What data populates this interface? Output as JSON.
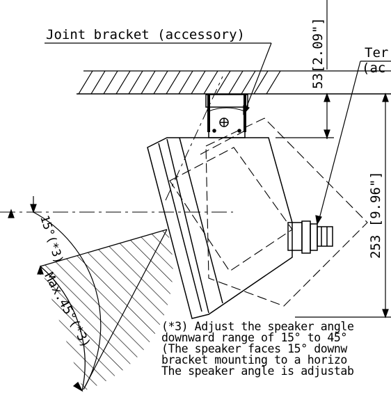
{
  "labels": {
    "joint_bracket": "Joint bracket (accessory)",
    "terminal_partial": "Ter",
    "terminal_paren_partial": "(ac",
    "dim_top": "53[2.09\"]",
    "dim_height": "253 [9.96\"]",
    "angle_min": "15°(*3)",
    "angle_max": "Max.45°(*3)"
  },
  "note_lines": [
    "(*3) Adjust the speaker angle",
    "downward range of 15° to 45°",
    "(The speaker faces 15° downw",
    "bracket mounting to a horizo",
    "The speaker angle is adjustab"
  ]
}
